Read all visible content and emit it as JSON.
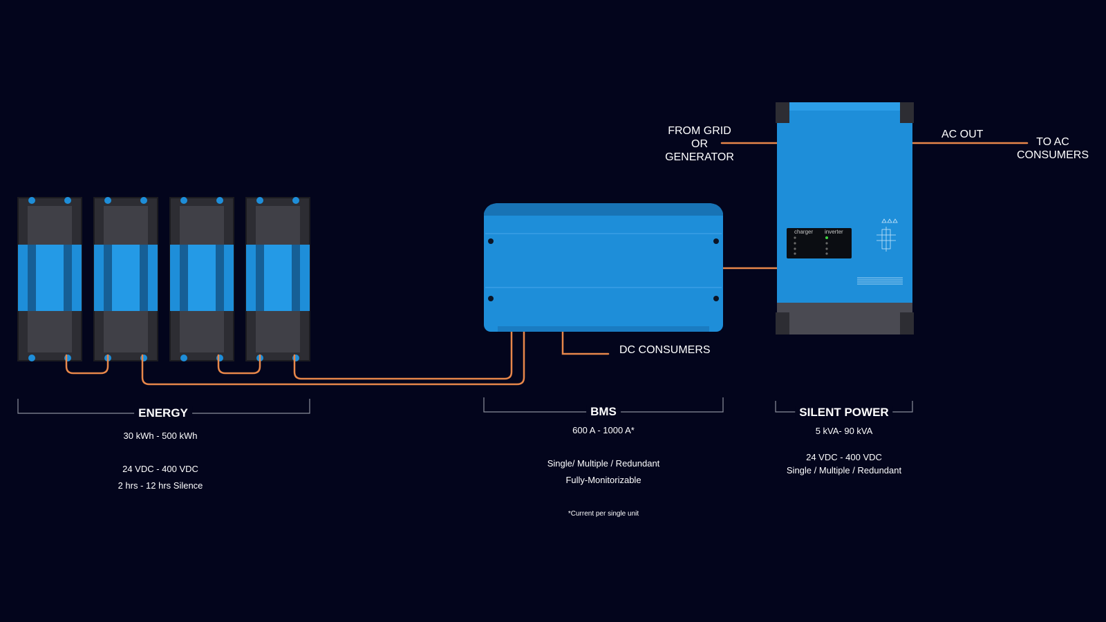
{
  "colors": {
    "background": "#03051c",
    "device_blue": "#1e8ed9",
    "device_dark": "#2d2d33",
    "cable_orange": "#e8874a",
    "bracket_gray": "#8c8f9c"
  },
  "grid_input_label": [
    "FROM GRID",
    "OR",
    "GENERATOR"
  ],
  "ac_out_label": "AC OUT",
  "ac_consumers_label": [
    "TO AC",
    "CONSUMERS"
  ],
  "dc_consumers_label": "DC CONSUMERS",
  "inverter_panel": {
    "charger_label": "charger",
    "inverter_label": "inverter"
  },
  "energy": {
    "title": "ENERGY",
    "lines": [
      "30 kWh - 500 kWh",
      "",
      "24 VDC - 400 VDC",
      "2 hrs - 12 hrs Silence"
    ]
  },
  "bms": {
    "title": "BMS",
    "lines": [
      "600 A - 1000 A*",
      "",
      "Single/ Multiple / Redundant",
      "Fully-Monitorizable"
    ],
    "footnote": "*Current per single unit"
  },
  "silent_power": {
    "title": "SILENT POWER",
    "lines": [
      "5 kVA- 90 kVA",
      "",
      "24 VDC - 400 VDC",
      "Single / Multiple / Redundant"
    ]
  }
}
